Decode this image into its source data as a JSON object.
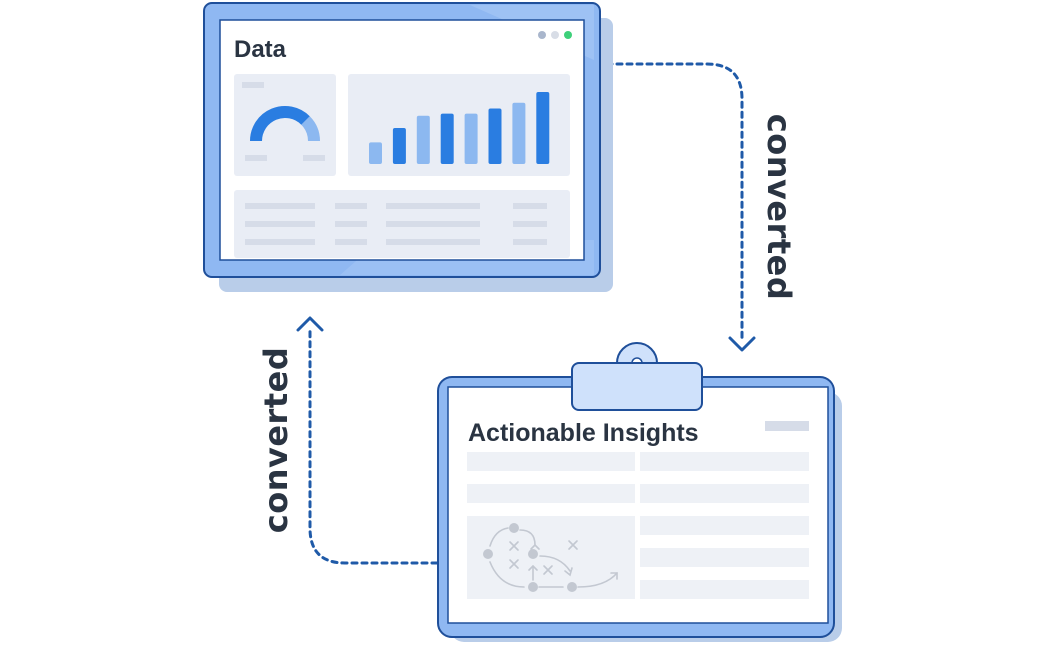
{
  "data_window": {
    "title": "Data",
    "window_dots": [
      "#a9b6cc",
      "#d8dde6",
      "#3ed07a"
    ],
    "bar_levels": [
      0.3,
      0.5,
      0.67,
      0.7,
      0.7,
      0.77,
      0.85,
      1.0
    ],
    "bar_colors": [
      "#8cb8f0",
      "#2a7de1",
      "#8cb8f0",
      "#2a7de1",
      "#8cb8f0",
      "#2a7de1",
      "#8cb8f0",
      "#2a7de1"
    ],
    "gauge_level": 0.75
  },
  "insights_board": {
    "title": "Actionable Insights"
  },
  "connectors": {
    "right_label": "converted",
    "left_label": "converted"
  },
  "colors": {
    "frame_fill": "#8fb8f2",
    "frame_stroke": "#1f4f9a",
    "shadow": "#b9cde9",
    "panel": "#e9edf5",
    "placeholder": "#d6dce8",
    "accent_blue": "#2a7de1",
    "light_blue": "#8cb8f0",
    "connector": "#1f5aa8",
    "text": "#2a3442"
  }
}
